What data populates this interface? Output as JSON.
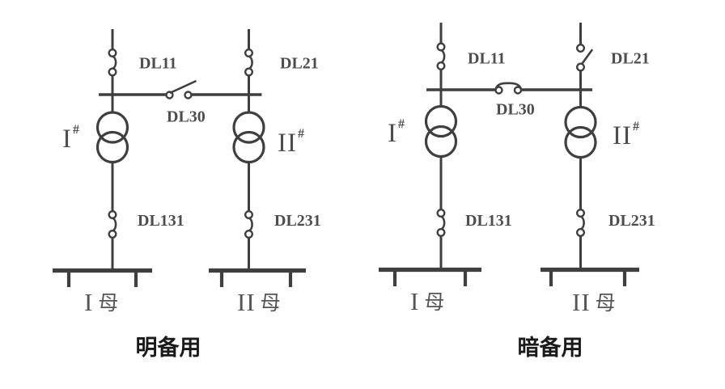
{
  "style": {
    "background": "#ffffff",
    "line_color": "#3f3f3f",
    "label_color": "#4d4d4d",
    "bus_label_color": "#555555",
    "caption_color": "#1a1a1a"
  },
  "left": {
    "caption": "明备用",
    "labels": {
      "dl11": "DL11",
      "dl21": "DL21",
      "dl30": "DL30",
      "dl131": "DL131",
      "dl231": "DL231"
    },
    "transformers": {
      "left": {
        "numeral": "I",
        "sup": "#"
      },
      "right": {
        "numeral": "II",
        "sup": "#"
      }
    },
    "buses": {
      "left": {
        "numeral": "I",
        "suffix": "母"
      },
      "right": {
        "numeral": "II",
        "suffix": "母"
      }
    },
    "switch_states": {
      "dl11": "closed",
      "dl21": "closed",
      "dl30": "open",
      "dl131": "closed",
      "dl231": "closed"
    }
  },
  "right": {
    "caption": "暗备用",
    "labels": {
      "dl11": "DL11",
      "dl21": "DL21",
      "dl30": "DL30",
      "dl131": "DL131",
      "dl231": "DL231"
    },
    "transformers": {
      "left": {
        "numeral": "I",
        "sup": "#"
      },
      "right": {
        "numeral": "II",
        "sup": "#"
      }
    },
    "buses": {
      "left": {
        "numeral": "I",
        "suffix": "母"
      },
      "right": {
        "numeral": "II",
        "suffix": "母"
      }
    },
    "switch_states": {
      "dl11": "closed",
      "dl21": "open",
      "dl30": "closed",
      "dl131": "closed",
      "dl231": "closed"
    }
  }
}
